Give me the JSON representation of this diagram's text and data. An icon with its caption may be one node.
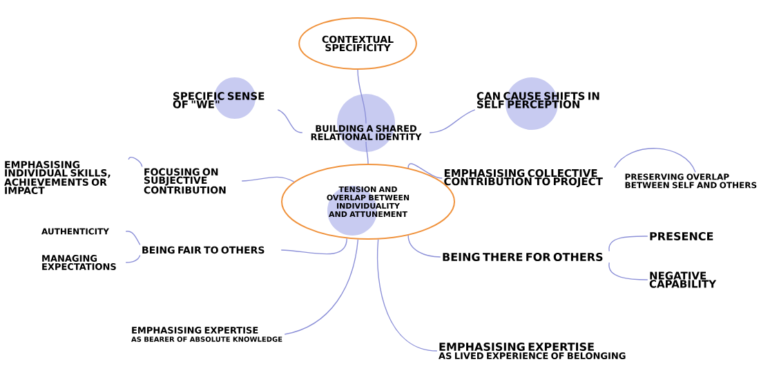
{
  "diagram": {
    "nodes": [
      {
        "text": [
          "CONTEXTUAL SPECIFICITY"
        ]
      },
      {
        "text": [
          "SPECIFIC SENSE OF \"WE\""
        ]
      },
      {
        "text": [
          "CAN CAUSE SHIFTS IN SELF PERCEPTION"
        ]
      },
      {
        "text": [
          "BUILDING A SHARED RELATIONAL IDENTITY"
        ]
      },
      {
        "text": [
          "EMPHASISING INDIVIDUAL SKILLS, ACHIEVEMENTS OR IMPACT"
        ]
      },
      {
        "text": [
          "FOCUSING ON SUBJECTIVE CONTRIBUTION"
        ]
      },
      {
        "text": [
          "TENSION AND OVERLAP BETWEEN INDIVIDUALITY AND ATTUNEMENT"
        ]
      },
      {
        "text": [
          "EMPHASISING COLLECTIVE CONTRIBUTION TO PROJECT"
        ]
      },
      {
        "text": [
          "PRESERVING OVERLAP BETWEEN SELF AND OTHERS"
        ]
      },
      {
        "text": [
          "AUTHENTICITY"
        ]
      },
      {
        "text": [
          "MANAGING EXPECTATIONS"
        ]
      },
      {
        "text": [
          "BEING FAIR TO OTHERS"
        ]
      },
      {
        "text": [
          "PRESENCE"
        ]
      },
      {
        "text": [
          "BEING THERE FOR OTHERS"
        ]
      },
      {
        "text": [
          "NEGATIVE CAPABILITY"
        ]
      },
      {
        "text": [
          "EMPHASISING EXPERTISE",
          "AS BEARER OF ABSOLUTE KNOWLEDGE"
        ]
      },
      {
        "text": [
          "EMPHASISING EXPERTISE",
          "AS LIVED EXPERIENCE OF BELONGING"
        ]
      }
    ],
    "edges": [
      {
        "from": 0,
        "to": 3,
        "arrow": "none"
      },
      {
        "from": 1,
        "to": 3,
        "arrow": "none"
      },
      {
        "from": 2,
        "to": 3,
        "arrow": "none"
      },
      {
        "from": 3,
        "to": 6,
        "arrow": "none"
      },
      {
        "from": 6,
        "to": 5,
        "arrow": "none"
      },
      {
        "from": 5,
        "to": 4,
        "arrow": "none"
      },
      {
        "from": 6,
        "to": 7,
        "arrow": "none"
      },
      {
        "from": 7,
        "to": 8,
        "arrow": "none"
      },
      {
        "from": 6,
        "to": 11,
        "arrow": "none"
      },
      {
        "from": 11,
        "to": 9,
        "arrow": "none"
      },
      {
        "from": 11,
        "to": 10,
        "arrow": "none"
      },
      {
        "from": 6,
        "to": 13,
        "arrow": "none"
      },
      {
        "from": 13,
        "to": 12,
        "arrow": "none"
      },
      {
        "from": 13,
        "to": 14,
        "arrow": "none"
      },
      {
        "from": 6,
        "to": 15,
        "arrow": "none"
      },
      {
        "from": 6,
        "to": 16,
        "arrow": "none"
      }
    ]
  }
}
